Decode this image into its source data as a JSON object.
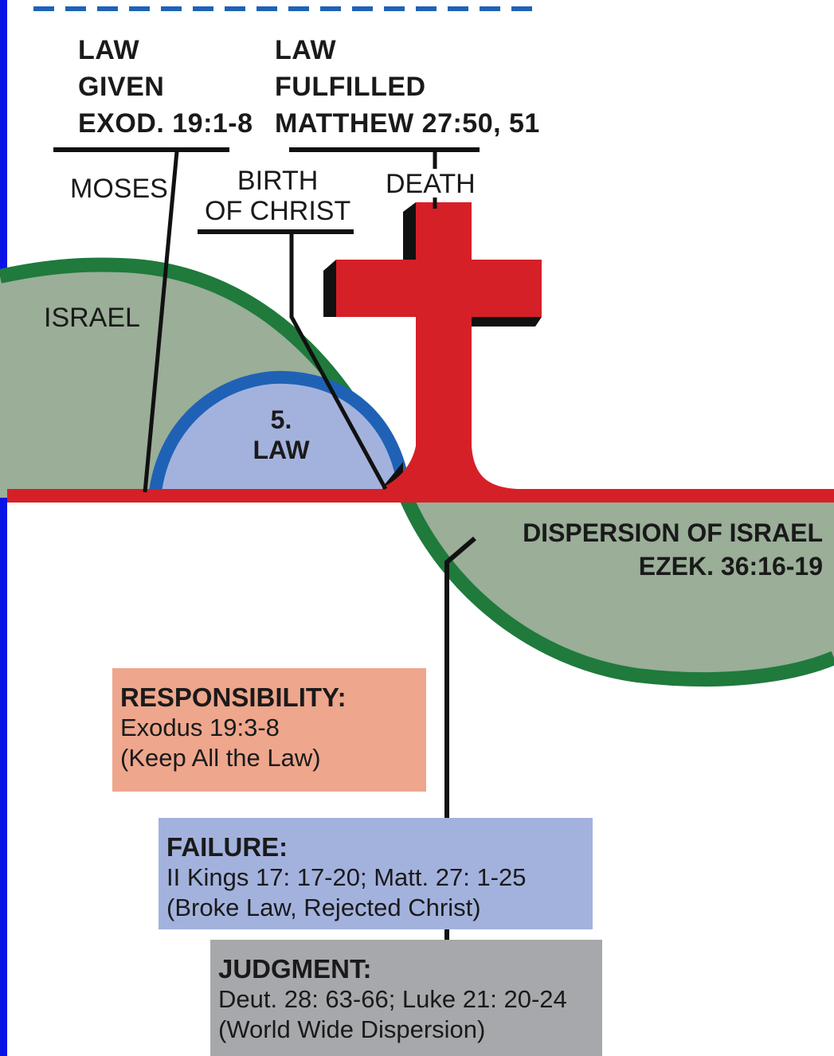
{
  "header": {
    "law_given": [
      "LAW",
      "GIVEN",
      "EXOD. 19:1-8"
    ],
    "law_fulfilled": [
      "LAW",
      "FULFILLED",
      "MATTHEW 27:50, 51"
    ]
  },
  "labels": {
    "moses": "MOSES",
    "birth_of_christ": [
      "BIRTH",
      "OF CHRIST"
    ],
    "death": "DEATH",
    "israel": "ISRAEL",
    "law_number": "5.",
    "law": "LAW",
    "dispersion": [
      "DISPERSION OF ISRAEL",
      "EZEK. 36:16-19"
    ]
  },
  "boxes": {
    "responsibility": {
      "title": "RESPONSIBILITY:",
      "lines": [
        "Exodus 19:3-8",
        "(Keep All the Law)"
      ]
    },
    "failure": {
      "title": "FAILURE:",
      "lines": [
        "II Kings 17: 17-20; Matt. 27: 1-25",
        "(Broke Law, Rejected Christ)"
      ]
    },
    "judgment": {
      "title": "JUDGMENT:",
      "lines": [
        "Deut. 28: 63-66; Luke 21: 20-24",
        "(World Wide Dispersion)"
      ]
    }
  },
  "colors": {
    "israel_fill": "#9aae98",
    "israel_outline": "#1f7a3c",
    "law_fill": "#a3b2dd",
    "law_outline": "#1f62b5",
    "cross_red": "#d62027",
    "responsibility_bg": "#eea68c",
    "failure_bg": "#a3b2dd",
    "judgment_bg": "#a7a8ab",
    "left_bar": "#0a14e6"
  }
}
